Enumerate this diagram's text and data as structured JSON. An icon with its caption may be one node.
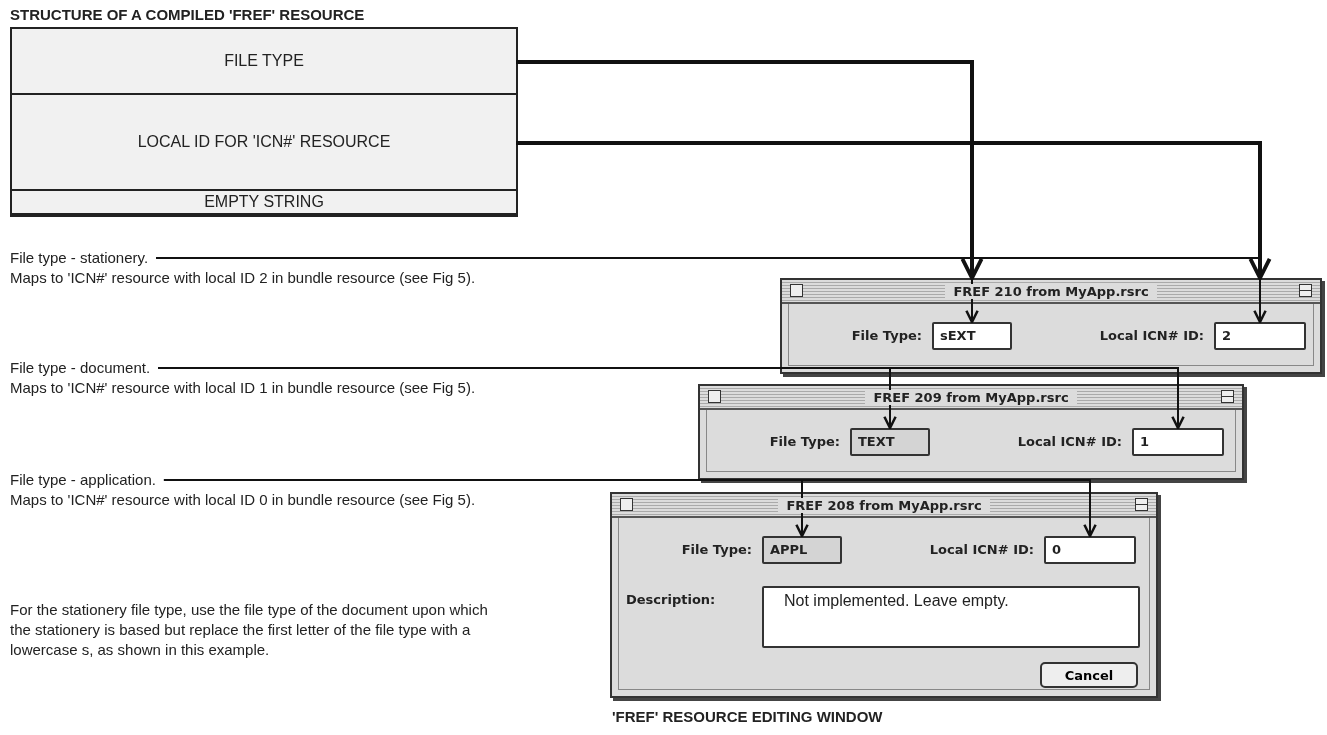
{
  "diagram": {
    "caption": "'FREF' RESOURCE EDITING WINDOW",
    "nodes": [
      {
        "text": [
          "STRUCTURE OF A COMPILED 'FREF' RESOURCE"
        ]
      },
      {
        "text": [
          "FILE TYPE"
        ],
        "in": 0
      },
      {
        "text": [
          "LOCAL ID FOR 'ICN#' RESOURCE"
        ],
        "in": 0
      },
      {
        "text": [
          "EMPTY STRING"
        ],
        "in": 0
      },
      {
        "text": [
          "File type - stationery.",
          "Maps to 'ICN#' resource with local ID 2 in bundle resource (see Fig 5)."
        ]
      },
      {
        "text": [
          "File type - document.",
          "Maps to 'ICN#' resource with local ID 1 in bundle resource  (see Fig 5)."
        ]
      },
      {
        "text": [
          "File type - application.",
          "Maps to 'ICN#' resource with local ID 0 in bundle resource (see Fig 5)."
        ]
      },
      {
        "text": [
          "FREF 210 from MyApp.rsrc"
        ]
      },
      {
        "text": [
          "sEXT"
        ],
        "in": 7,
        "beside": [
          "File Type:"
        ]
      },
      {
        "text": [
          "2"
        ],
        "in": 7,
        "beside": [
          "Local ICN# ID:"
        ]
      },
      {
        "text": [
          "FREF 209 from MyApp.rsrc"
        ]
      },
      {
        "text": [
          "TEXT"
        ],
        "in": 10,
        "beside": [
          "File Type:"
        ]
      },
      {
        "text": [
          "1"
        ],
        "in": 10,
        "beside": [
          "Local ICN# ID:"
        ]
      },
      {
        "text": [
          "FREF 208 from MyApp.rsrc"
        ]
      },
      {
        "text": [
          "APPL"
        ],
        "in": 13,
        "beside": [
          "File Type:"
        ]
      },
      {
        "text": [
          "0"
        ],
        "in": 13,
        "beside": [
          "Local ICN# ID:"
        ]
      },
      {
        "text": [
          "Not implemented. Leave empty."
        ],
        "in": 13,
        "beside": [
          "Description:"
        ]
      },
      {
        "text": [
          "Cancel"
        ],
        "in": 13
      }
    ],
    "edges": [
      {
        "from": 1,
        "to": 7,
        "arrow": "to",
        "style": "thick"
      },
      {
        "from": 2,
        "to": 7,
        "arrow": "to",
        "style": "thick"
      },
      {
        "from": 4,
        "to": 8,
        "arrow": "to"
      },
      {
        "from": 4,
        "to": 9,
        "arrow": "to"
      },
      {
        "from": 5,
        "to": 11,
        "arrow": "to"
      },
      {
        "from": 5,
        "to": 12,
        "arrow": "to"
      },
      {
        "from": 6,
        "to": 14,
        "arrow": "to"
      },
      {
        "from": 6,
        "to": 15,
        "arrow": "to"
      }
    ],
    "labels": [
      "For the stationery file type, use the file type of the document upon which the stationery is based but replace the first letter of the file type with a lowercase s, as shown in this example."
    ]
  }
}
